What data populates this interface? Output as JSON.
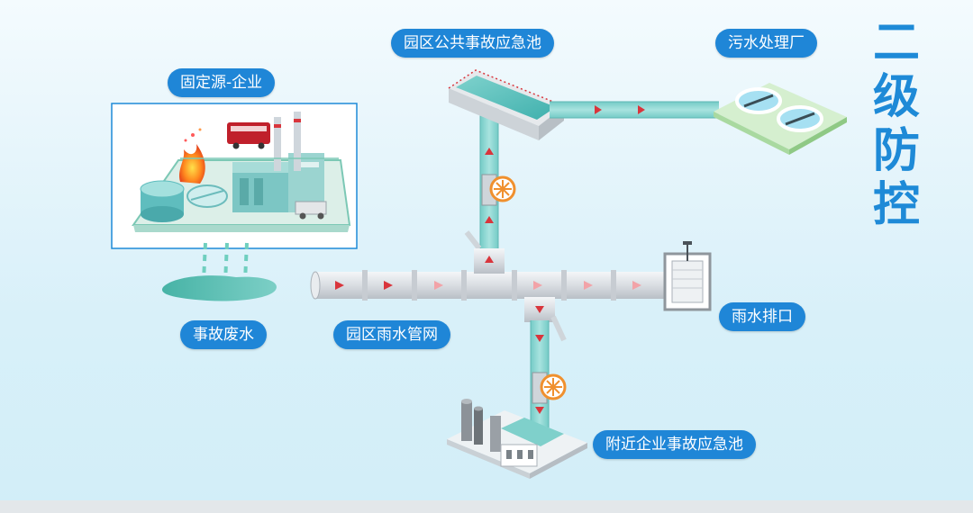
{
  "title": {
    "chars": [
      "二",
      "级",
      "防",
      "控"
    ]
  },
  "labels": {
    "park_emergency_pool": "园区公共事故应急池",
    "sewage_plant": "污水处理厂",
    "fixed_source": "固定源-企业",
    "accident_wastewater": "事故废水",
    "park_rain_network": "园区雨水管网",
    "rain_outlet": "雨水排口",
    "nearby_emergency_pool": "附近企业事故应急池"
  },
  "colors": {
    "label_bg": "#1f86d7",
    "title": "#1e8ad7",
    "pipe": "#dfe3e8",
    "water": "#8fd8d3",
    "arrow": "#d9353c",
    "valve": "#f0902e"
  }
}
